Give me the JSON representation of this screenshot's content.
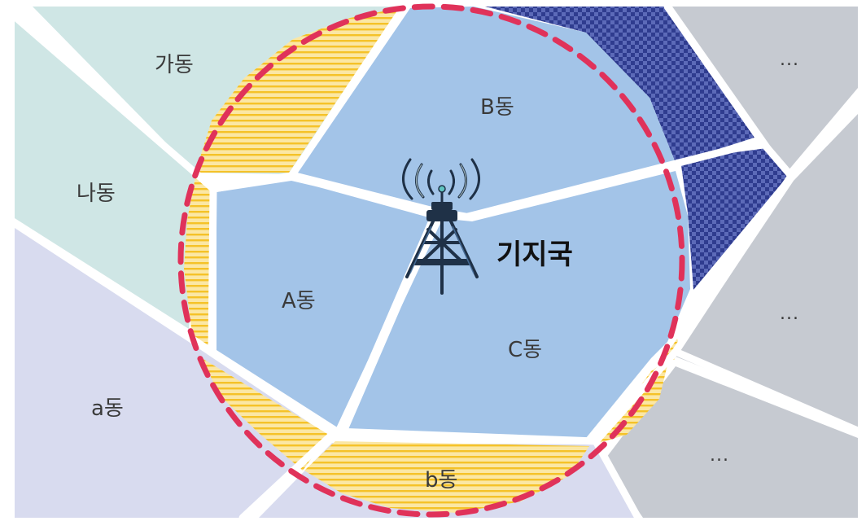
{
  "regions": {
    "ga": "가동",
    "na": "나동",
    "a_lower": "a동",
    "b_lower": "b동",
    "B": "B동",
    "A": "A동",
    "C": "C동",
    "right_top": "...",
    "right_mid": "...",
    "right_bottom": "..."
  },
  "tower": {
    "label": "기지국"
  },
  "colors": {
    "teal": "#cfe6e5",
    "lavender": "#d8dbef",
    "gray": "#c6cad1",
    "blue": "#a3c4e8",
    "yellow": "#fbe7a4",
    "stripe": "#f5c228",
    "navy": "#2f3c8f",
    "navy_light": "#5c6ab8",
    "dash": "#e0325a",
    "tower": "#1f3147"
  }
}
